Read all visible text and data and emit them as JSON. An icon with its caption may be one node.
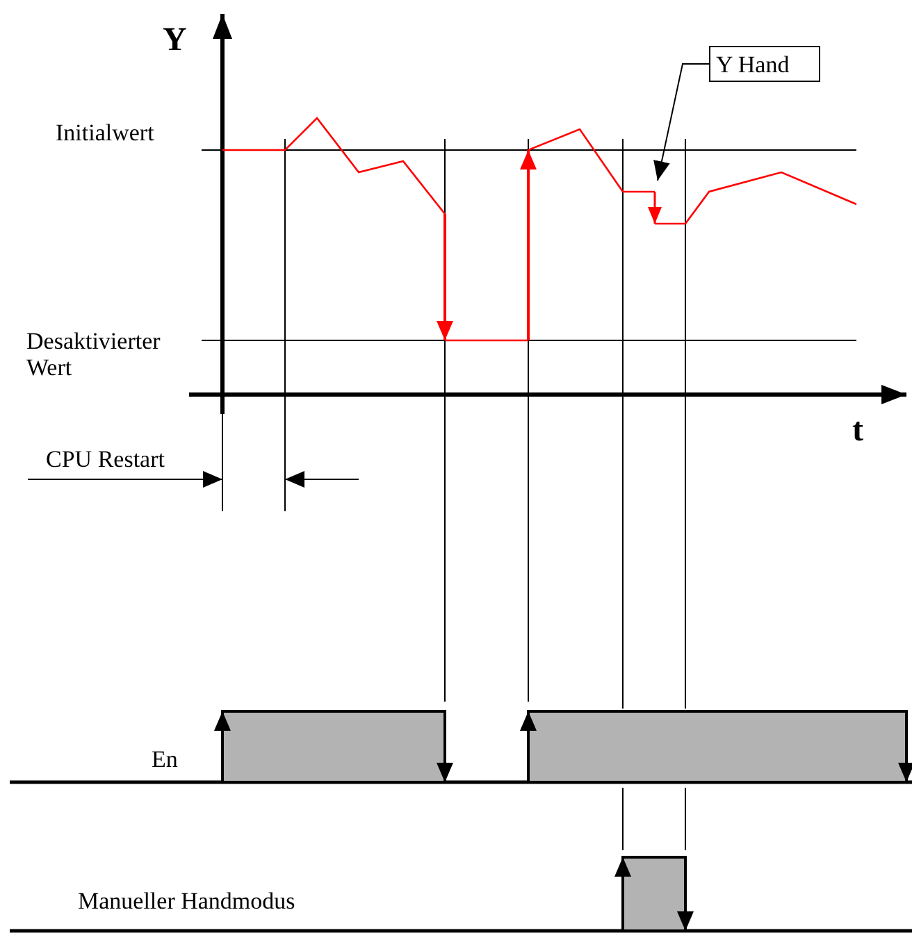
{
  "diagram": {
    "nodes": [
      {
        "text": [
          "Y Hand"
        ]
      },
      {
        "text": [],
        "shape": "line"
      }
    ],
    "edges": [
      {
        "from": 0,
        "to": 1,
        "arrow": "to"
      }
    ],
    "labels": [
      "Y",
      "Initialwert",
      "Desaktivierter Wert",
      "t",
      "CPU Restart",
      "En",
      "Manueller Handmodus"
    ]
  }
}
